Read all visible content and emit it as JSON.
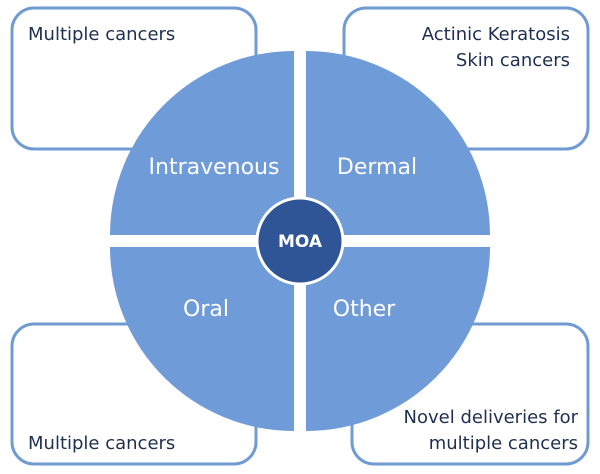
{
  "center": {
    "label": "MOA"
  },
  "quadrants": {
    "top_left": "Intravenous",
    "top_right": "Dermal",
    "bottom_left": "Oral",
    "bottom_right": "Other"
  },
  "boxes": {
    "top_left": [
      "Multiple cancers"
    ],
    "top_right": [
      "Actinic Keratosis",
      "Skin cancers"
    ],
    "bottom_left": [
      "Multiple cancers"
    ],
    "bottom_right": [
      "Novel deliveries for",
      "multiple cancers"
    ]
  },
  "colors": {
    "box_border": "#6f9bd2",
    "quadrant_fill": "#6f9bd8",
    "center_fill": "#2f5597",
    "text_dark": "#1f2f4f"
  }
}
